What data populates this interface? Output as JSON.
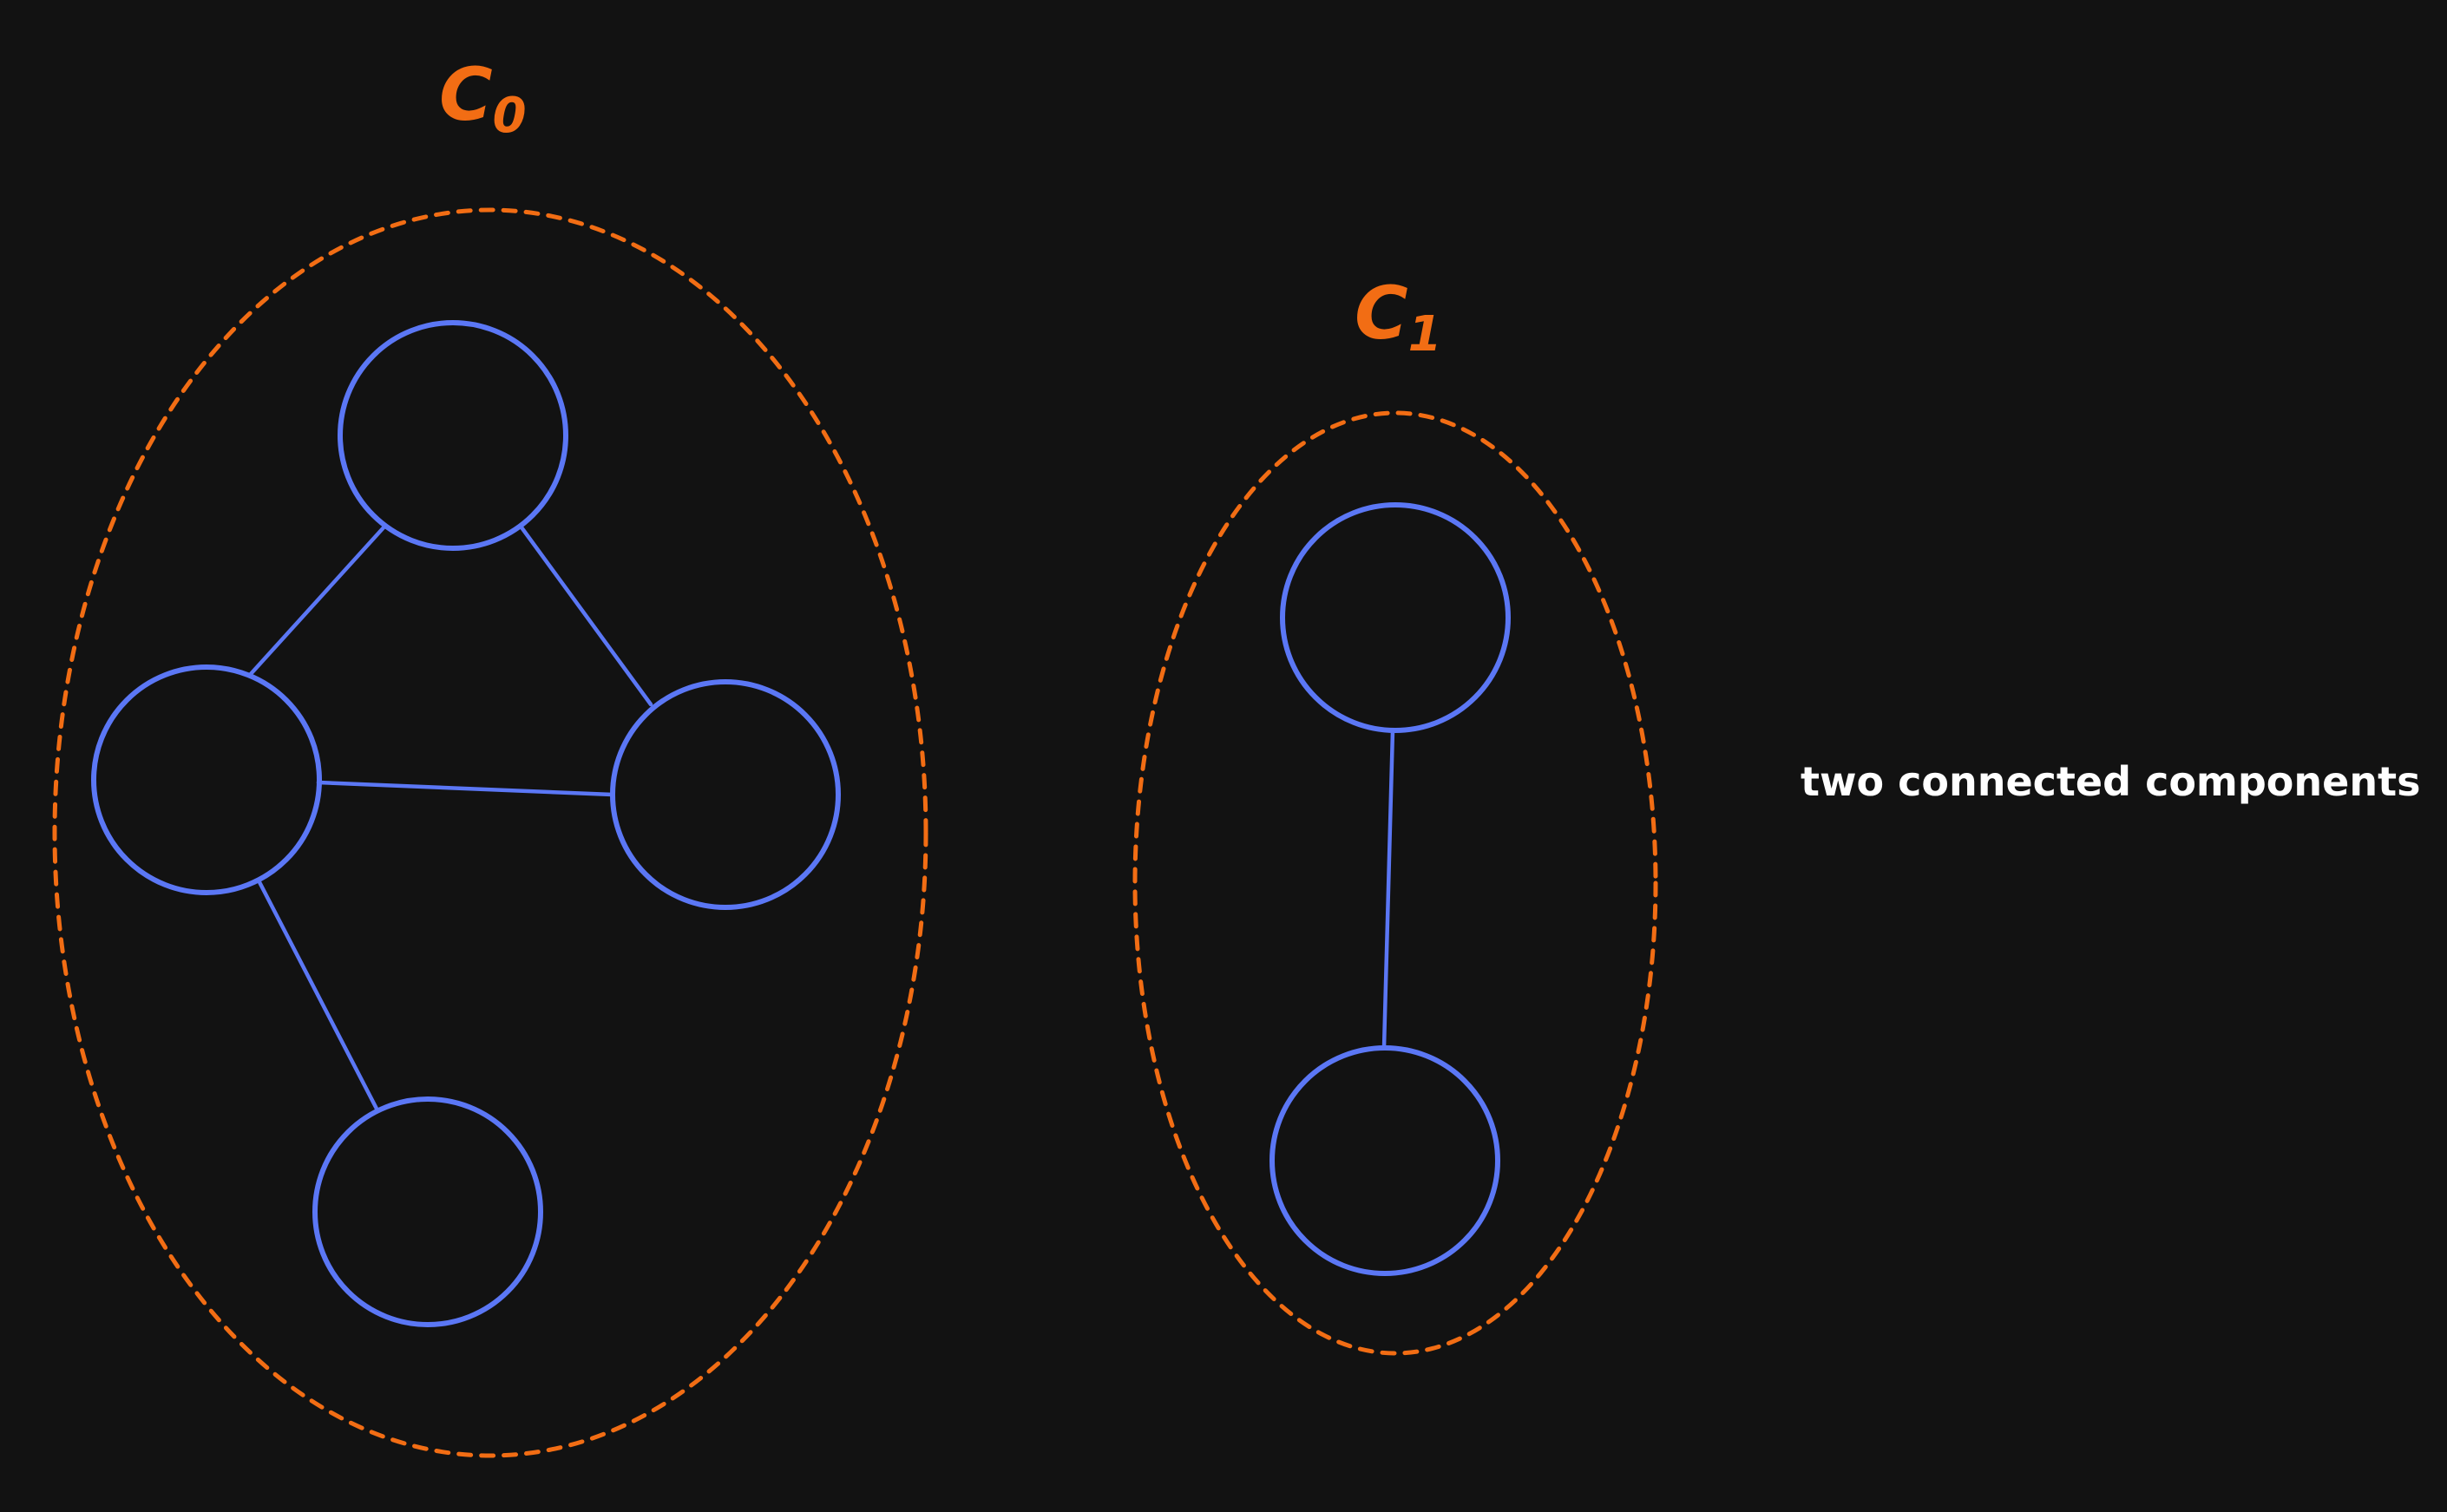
{
  "colors": {
    "background": "#121212",
    "node": "#5b77f5",
    "boundary": "#f26d14",
    "label": "#f26d14",
    "caption": "#ffffff"
  },
  "components": [
    {
      "label_main": "C",
      "label_sub": "0",
      "nodes": [
        "n0",
        "n1",
        "n2",
        "n3"
      ],
      "edges": [
        [
          "n0",
          "n1"
        ],
        [
          "n0",
          "n2"
        ],
        [
          "n1",
          "n2"
        ],
        [
          "n1",
          "n3"
        ]
      ]
    },
    {
      "label_main": "C",
      "label_sub": "1",
      "nodes": [
        "n4",
        "n5"
      ],
      "edges": [
        [
          "n4",
          "n5"
        ]
      ]
    }
  ],
  "caption": "two connected components"
}
